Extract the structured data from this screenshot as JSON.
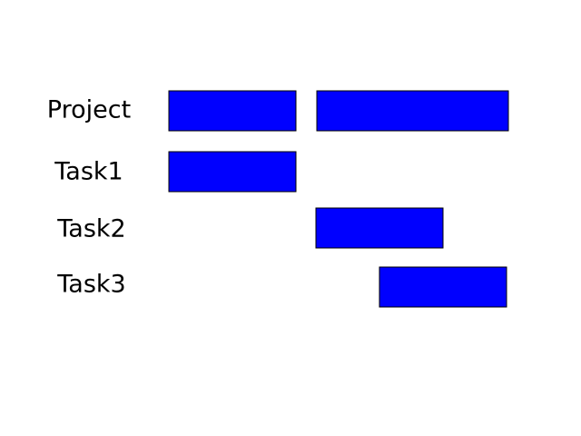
{
  "chart_data": {
    "type": "bar",
    "orientation": "horizontal",
    "subtype": "gantt",
    "rows": [
      {
        "label": "Project",
        "segments": [
          {
            "start": 0,
            "end": 14
          },
          {
            "start": 16.3,
            "end": 37.4
          }
        ]
      },
      {
        "label": "Task1",
        "segments": [
          {
            "start": 0,
            "end": 14
          }
        ]
      },
      {
        "label": "Task2",
        "segments": [
          {
            "start": 16.2,
            "end": 30.2
          }
        ]
      },
      {
        "label": "Task3",
        "segments": [
          {
            "start": 23.2,
            "end": 37.2
          }
        ]
      }
    ],
    "bar_color": "#0000ff",
    "bar_edge_color": "#000000",
    "axes_visible": false,
    "grid": false,
    "legend": "none"
  }
}
